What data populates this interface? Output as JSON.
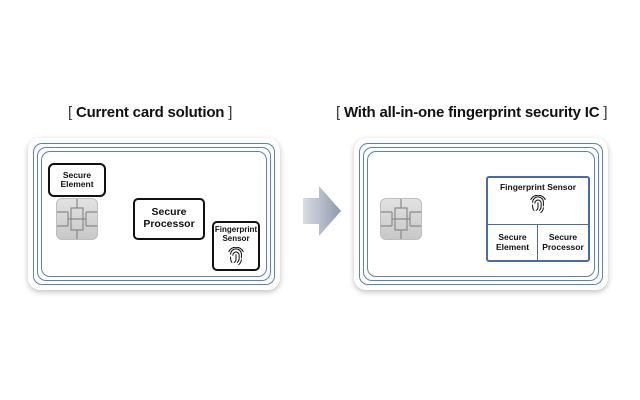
{
  "left": {
    "heading": "Current card solution",
    "secure_element_line1": "Secure",
    "secure_element_line2": "Element",
    "secure_processor_line1": "Secure",
    "secure_processor_line2": "Processor",
    "fingerprint_line1": "Fingerprint",
    "fingerprint_line2": "Sensor"
  },
  "right": {
    "heading": "With all-in-one fingerprint security IC",
    "fingerprint_sensor": "Fingerprint Sensor",
    "secure_element_line1": "Secure",
    "secure_element_line2": "Element",
    "secure_processor_line1": "Secure",
    "secure_processor_line2": "Processor"
  },
  "brackets": {
    "open": "[",
    "close": "]"
  },
  "icons": {
    "chip": "chip-icon",
    "fingerprint": "fingerprint-icon",
    "arrow": "arrow-right-icon"
  },
  "colors": {
    "ring": "#5b7fc4",
    "ic_border": "#4a6aa8",
    "arrow": "#9aa4b4"
  }
}
